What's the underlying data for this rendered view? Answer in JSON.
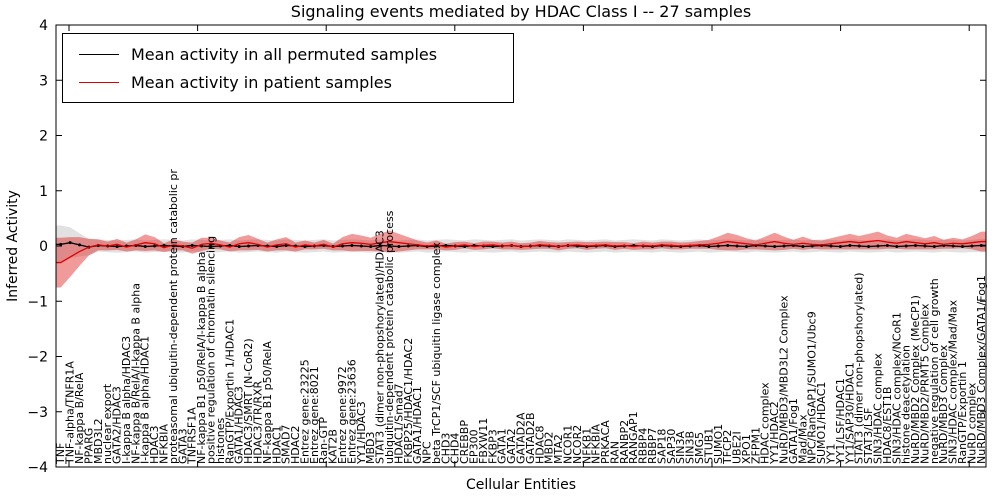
{
  "title": "Signaling events mediated by HDAC Class I -- 27 samples",
  "chart_data": {
    "type": "line",
    "title": "Signaling events mediated by HDAC Class I -- 27 samples",
    "xlabel": "Cellular Entities",
    "ylabel": "Inferred Activity",
    "ylim": [
      -4,
      4
    ],
    "yticks": [
      4,
      3,
      2,
      1,
      0,
      -1,
      -2,
      -3,
      -4
    ],
    "grid": false,
    "legend_position": "upper left",
    "categories": [
      "TNF",
      "TNF-alpha/TNFR1A",
      "NF-kappa B/RelA",
      "PPARG",
      "MBD3L2",
      "nuclear export",
      "GATA2/HDAC3",
      "I-kappa B alpha/HDAC3",
      "NF-kappa B/RelA/I-kappa B alpha",
      "I-kappa B alpha/HDAC1",
      "HDAC3",
      "NFKBIA",
      "proteasomal ubiquitin-dependent protein catabolic pr",
      "GATA3",
      "TNFRSF1A",
      "NF-kappa B1 p50/RelA/I-kappa B alpha",
      "positive regulation of chromatin silencing",
      "histones",
      "RanGTP/Exportin 1/HDAC1",
      "GATA1/HDAC3",
      "HDAC3/SMRT (N-CoR2)",
      "HDAC3/TR/RXR",
      "NF-kappa B1 p50/RelA",
      "HDAC1",
      "SMAD7",
      "HDAC2",
      "Entrez gene:23225",
      "Entrez gene:8021",
      "Ran-GTP",
      "KAT2B",
      "Entrez gene:9972",
      "Entrez gene:23636",
      "YY1/HDAC3",
      "MBD3",
      "STAT3 (dimer non-phopshorylated)/HDAC3",
      "ubiquitin-dependent protein catabolic process",
      "HDAC1/Smad7",
      "FKBP25/HDAC1/HDAC2",
      "GATA1/HDAC1",
      "NPC",
      "beta TrCP1/SCF ubiquitin ligase complex",
      "CHD3",
      "CHD4",
      "CREBBP",
      "EP300",
      "FBXW11",
      "FKBP3",
      "GATA1",
      "GATA2",
      "GATAD2A",
      "GATAD2B",
      "HDAC8",
      "MBD2",
      "MTA2",
      "NCOR1",
      "NCOR2",
      "NFKB1",
      "NFKBIA",
      "PRKACA",
      "RAN",
      "RANBP2",
      "RANGAP1",
      "RBBP4",
      "RBBP7",
      "SAP18",
      "SAP30",
      "SIN3A",
      "SIN3B",
      "SMG5",
      "STUB1",
      "SUMO1",
      "TFCP2",
      "UBE2I",
      "XPO1",
      "ZFPM1",
      "HDAC complex",
      "YY1/HDAC2",
      "NuRD/MBD3/MBD3L2 Complex",
      "GATA1/Fog1",
      "Mad/Max",
      "NPC/RanGAP1/SUMO1/Ubc9",
      "SUMO1/HDAC1",
      "YY1",
      "YY1/LSF/HDAC1",
      "YY1/SAP30/HDAC1",
      "STAT3 (dimer non-phopshorylated)",
      "STAT3/LSF",
      "SIN3/HDAC complex",
      "HDAC8/EST1B",
      "SIN3/HDAC complex/NCoR1",
      "histone deacetylation",
      "NuRD/MBD2 Complex (MeCP1)",
      "NuRD/MBD2/PRMT5 Complex",
      "negative regulation of cell growth",
      "NuRD/MBD3 Complex",
      "SIN3/HDAC complex/Mad/Max",
      "RanGTP/Exportin 1",
      "NuRD complex",
      "NuRD/MBD3 Complex/GATA1/Fog1"
    ],
    "series": [
      {
        "name": "Mean activity in all permuted samples",
        "color": "#000000",
        "band_color": "#c8c8c8",
        "band_opacity": 0.55,
        "marker": "dot",
        "values": [
          0.03,
          0.06,
          0.02,
          -0.02,
          0.01,
          0.0,
          -0.01,
          0.0,
          0.01,
          -0.01,
          0.0,
          0.01,
          0.0,
          -0.01,
          0.01,
          0.0,
          -0.01,
          0.0,
          0.01,
          -0.01,
          0.0,
          0.01,
          0.0,
          -0.01,
          0.01,
          0.0,
          -0.01,
          0.0,
          0.01,
          -0.01,
          0.0,
          0.01,
          0.0,
          -0.01,
          0.01,
          0.0,
          -0.01,
          0.0,
          0.01,
          -0.01,
          0.0,
          0.01,
          0.0,
          -0.01,
          0.01,
          0.0,
          -0.01,
          0.0,
          0.01,
          -0.01,
          0.0,
          0.01,
          0.0,
          -0.01,
          0.01,
          0.0,
          -0.01,
          0.0,
          0.01,
          -0.01,
          0.0,
          0.01,
          0.0,
          -0.01,
          0.01,
          0.0,
          -0.01,
          0.0,
          0.01,
          -0.01,
          0.0,
          0.01,
          0.0,
          -0.01,
          0.01,
          0.0,
          -0.01,
          0.0,
          0.01,
          -0.01,
          0.0,
          0.01,
          0.0,
          -0.01,
          0.01,
          0.0,
          -0.01,
          0.0,
          0.01,
          -0.01,
          0.0,
          0.01,
          0.0,
          -0.01,
          0.01,
          0.0,
          -0.01,
          0.0,
          0.01
        ],
        "band_halfwidth": [
          0.34,
          0.28,
          0.21,
          0.15,
          0.11,
          0.11,
          0.11,
          0.11,
          0.11,
          0.11,
          0.11,
          0.11,
          0.11,
          0.11,
          0.11,
          0.11,
          0.11,
          0.11,
          0.11,
          0.11,
          0.11,
          0.11,
          0.11,
          0.11,
          0.11,
          0.11,
          0.11,
          0.11,
          0.11,
          0.11,
          0.11,
          0.11,
          0.11,
          0.11,
          0.11,
          0.11,
          0.11,
          0.11,
          0.11,
          0.11,
          0.11,
          0.11,
          0.11,
          0.11,
          0.11,
          0.11,
          0.11,
          0.11,
          0.11,
          0.11,
          0.11,
          0.11,
          0.11,
          0.11,
          0.11,
          0.11,
          0.11,
          0.11,
          0.11,
          0.11,
          0.11,
          0.11,
          0.11,
          0.11,
          0.11,
          0.11,
          0.11,
          0.11,
          0.11,
          0.11,
          0.11,
          0.11,
          0.11,
          0.11,
          0.11,
          0.11,
          0.11,
          0.11,
          0.11,
          0.11,
          0.11,
          0.11,
          0.11,
          0.11,
          0.11,
          0.11,
          0.11,
          0.11,
          0.11,
          0.11,
          0.11,
          0.11,
          0.11,
          0.11,
          0.11,
          0.11,
          0.11,
          0.11,
          0.12
        ]
      },
      {
        "name": "Mean activity in patient samples",
        "color": "#e00000",
        "band_color": "#e02020",
        "band_opacity": 0.45,
        "marker": "none",
        "values": [
          -0.3,
          -0.2,
          -0.1,
          -0.02,
          0.02,
          0.0,
          0.03,
          -0.02,
          0.02,
          0.06,
          0.04,
          -0.03,
          0.02,
          0.0,
          -0.04,
          0.03,
          0.05,
          0.02,
          -0.02,
          0.04,
          0.06,
          0.03,
          -0.02,
          0.02,
          0.04,
          -0.02,
          0.02,
          0.0,
          0.03,
          -0.02,
          0.04,
          0.06,
          0.05,
          0.03,
          0.06,
          0.08,
          0.06,
          0.04,
          0.02,
          0.0,
          0.02,
          -0.02,
          0.0,
          0.02,
          -0.01,
          0.01,
          0.02,
          0.0,
          0.01,
          -0.01,
          0.0,
          0.02,
          0.01,
          -0.01,
          0.01,
          0.02,
          0.0,
          0.01,
          0.02,
          0.0,
          0.01,
          -0.01,
          0.01,
          0.0,
          0.02,
          0.01,
          0.0,
          0.01,
          0.02,
          0.03,
          0.05,
          0.08,
          0.06,
          0.04,
          0.02,
          0.05,
          0.08,
          0.05,
          0.03,
          0.05,
          0.03,
          0.02,
          0.04,
          0.06,
          0.08,
          0.06,
          0.08,
          0.1,
          0.07,
          0.05,
          0.08,
          0.06,
          0.04,
          0.06,
          0.03,
          0.05,
          0.04,
          0.06,
          0.08
        ],
        "band_halfwidth": [
          0.45,
          0.36,
          0.26,
          0.15,
          0.1,
          0.08,
          0.1,
          0.08,
          0.1,
          0.15,
          0.12,
          0.08,
          0.1,
          0.08,
          0.1,
          0.12,
          0.1,
          0.08,
          0.08,
          0.12,
          0.14,
          0.1,
          0.08,
          0.1,
          0.12,
          0.08,
          0.08,
          0.06,
          0.08,
          0.06,
          0.12,
          0.16,
          0.14,
          0.12,
          0.16,
          0.2,
          0.16,
          0.12,
          0.08,
          0.06,
          0.08,
          0.06,
          0.07,
          0.06,
          0.06,
          0.07,
          0.06,
          0.06,
          0.07,
          0.06,
          0.06,
          0.07,
          0.06,
          0.07,
          0.06,
          0.06,
          0.07,
          0.06,
          0.06,
          0.07,
          0.06,
          0.06,
          0.07,
          0.06,
          0.06,
          0.07,
          0.06,
          0.06,
          0.07,
          0.08,
          0.12,
          0.16,
          0.14,
          0.1,
          0.08,
          0.12,
          0.16,
          0.12,
          0.08,
          0.12,
          0.08,
          0.08,
          0.1,
          0.12,
          0.14,
          0.12,
          0.14,
          0.16,
          0.12,
          0.1,
          0.14,
          0.12,
          0.1,
          0.12,
          0.08,
          0.1,
          0.08,
          0.12,
          0.18
        ]
      }
    ]
  }
}
